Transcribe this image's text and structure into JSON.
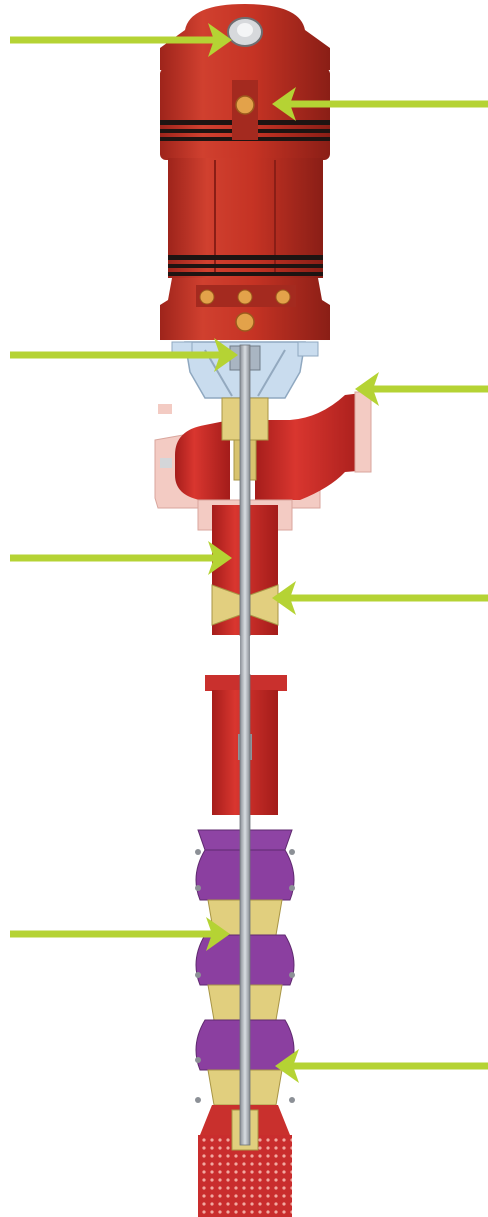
{
  "figure": {
    "type": "vertical turbine pump cutaway",
    "labels_shown": false
  },
  "colors": {
    "motor_red": "#c63426",
    "motor_dark": "#8e1f17",
    "motor_light": "#de4a38",
    "band_black": "#1e1412",
    "pump_red": "#cf2f2a",
    "pump_dark": "#9c1c1a",
    "flange_pink": "#f2c7c0",
    "coupling_blue": "#bcd2e6",
    "shaft_grey": "#a9adb3",
    "bearing_yellow": "#d8c36e",
    "bowl_purple": "#8b3fa0",
    "impeller_yellow": "#e1cf7e",
    "screen_red": "#cc3030",
    "arrow_green": "#b5d334"
  },
  "callouts": {
    "count": 8,
    "names": [
      "motor-top-arrow",
      "motor-side-arrow",
      "coupling-arrow",
      "discharge-head-arrow",
      "column-pipe-arrow",
      "line-shaft-bearing-arrow",
      "bowl-assembly-arrow",
      "impeller-arrow"
    ]
  }
}
